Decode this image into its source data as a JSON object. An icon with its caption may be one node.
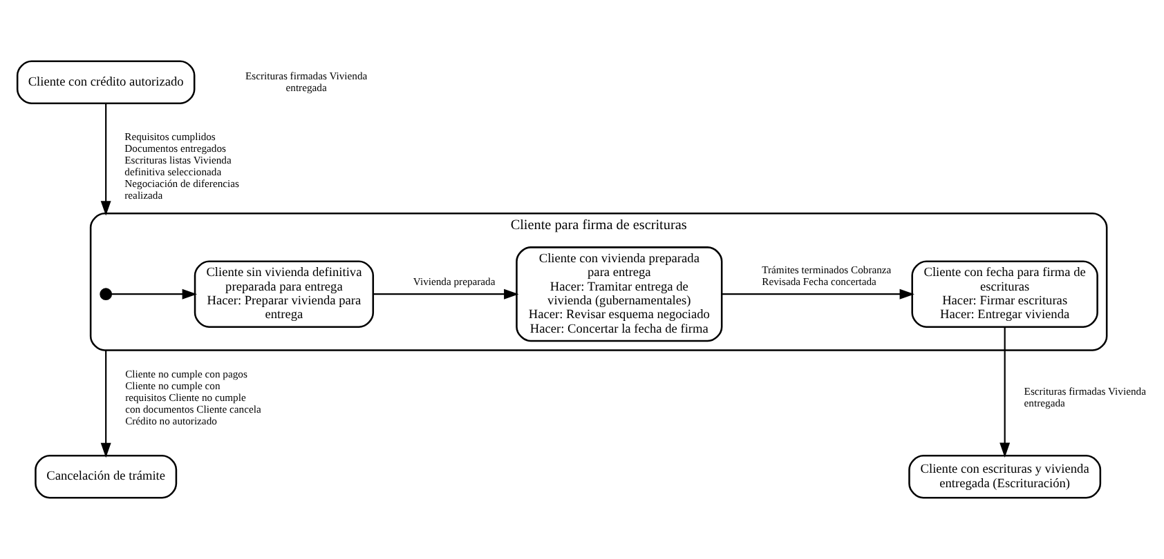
{
  "diagram": {
    "nodes": [
      {
        "text": [
          "Cliente con crédito autorizado"
        ]
      },
      {
        "text": [
          "Cliente con escrituras y vivienda entregada (Escrituración)"
        ]
      },
      {
        "text": [
          "Cliente para firma de escrituras"
        ]
      },
      {
        "text": [],
        "shape": "circle",
        "in": 2
      },
      {
        "text": [
          "Cliente sin vivienda definitiva preparada para entrega",
          "Hacer: Preparar vivienda para entrega"
        ],
        "in": 2
      },
      {
        "text": [
          "Cliente con vivienda preparada para entrega",
          "Hacer: Tramitar entrega de vivienda (gubernamentales)",
          "Hacer: Revisar esquema negociado",
          "Hacer: Concertar la fecha de firma"
        ],
        "in": 2
      },
      {
        "text": [
          "Cliente con fecha para firma de escrituras",
          "Hacer: Firmar escrituras",
          "Hacer: Entregar vivienda"
        ],
        "in": 2
      },
      {
        "text": [
          "Cancelación de trámite"
        ]
      }
    ],
    "edges": [
      {
        "from": 0,
        "to": 2,
        "arrow": "to",
        "label": "Requisitos cumplidos Documentos entregados Escrituras listas Vivienda definitiva seleccionada Negociación de diferencias realizada"
      },
      {
        "from": 3,
        "to": 4,
        "arrow": "to"
      },
      {
        "from": 4,
        "to": 5,
        "arrow": "to",
        "label": "Vivienda preparada"
      },
      {
        "from": 5,
        "to": 6,
        "arrow": "to",
        "label": "Trámites terminados Cobranza Revisada Fecha concertada"
      },
      {
        "from": 6,
        "to": 1,
        "arrow": "to",
        "label": "Escrituras firmadas Vivienda entregada"
      },
      {
        "from": 2,
        "to": 7,
        "arrow": "to",
        "label": "Cliente no cumple con pagos Cliente no cumple con requisitos Cliente no cumple con documentos Cliente cancela Crédito no autorizado"
      }
    ],
    "labels": [
      "Escrituras firmadas Vivienda entregada"
    ]
  }
}
